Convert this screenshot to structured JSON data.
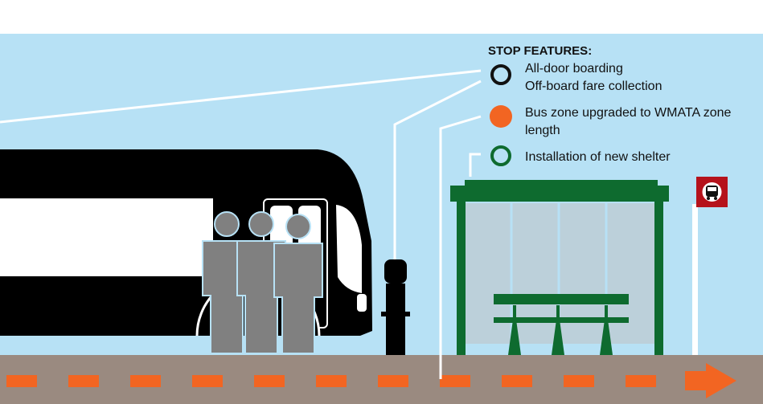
{
  "legend": {
    "title": "STOP FEATURES:",
    "items": [
      {
        "lines": [
          "All-door boarding",
          "Off-board fare collection"
        ],
        "marker": "black-ring",
        "color": "#111111"
      },
      {
        "lines": [
          "Bus zone upgraded to WMATA zone",
          "length"
        ],
        "marker": "orange-dot",
        "color": "#f26522"
      },
      {
        "lines": [
          "Installation of new shelter"
        ],
        "marker": "green-ring",
        "color": "#0e6b2f"
      }
    ]
  },
  "colors": {
    "sky": "#b7e1f5",
    "road": "#9a8a80",
    "dash": "#f26522",
    "shelter": "#0e6b2f",
    "sign": "#b5121b",
    "bus": "#000000",
    "people": "#808080"
  },
  "icons": [
    "bus-stop-sign-icon",
    "direction-arrow-icon"
  ]
}
